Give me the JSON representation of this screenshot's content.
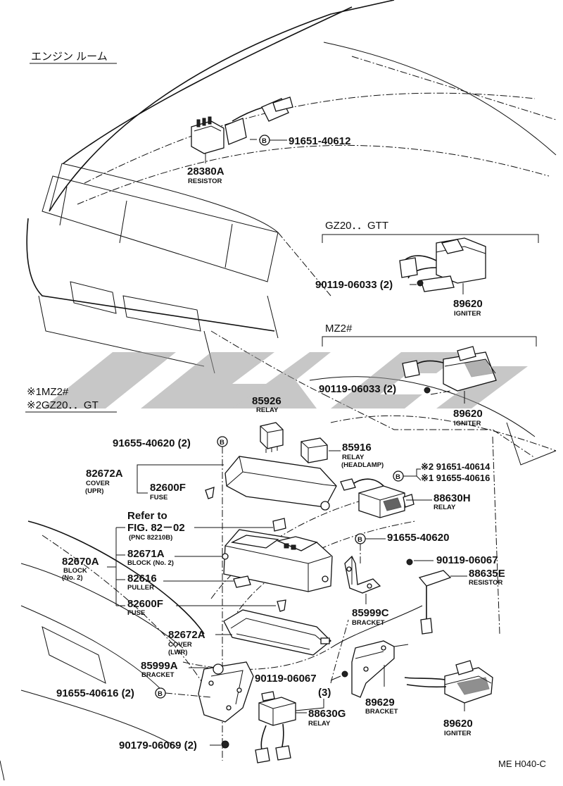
{
  "header": {
    "title": "エンジン ルーム"
  },
  "notes": {
    "n1": "※1MZ2#",
    "n2": "※2GZ20．．GT"
  },
  "groups": {
    "gz20": "GZ20．．GTT",
    "mz2": "MZ2#"
  },
  "footer": {
    "code": "ME H040-C"
  },
  "watermark": {
    "text": "ISLO",
    "color": "#9a9a9a"
  },
  "parts": [
    {
      "id": "28380A",
      "name": "RESISTOR"
    },
    {
      "id": "91651-40612",
      "name": ""
    },
    {
      "id": "90119-06033 (2)",
      "name": ""
    },
    {
      "id": "89620",
      "name": "IGNITER"
    },
    {
      "id": "90119-06033 (2)",
      "name": ""
    },
    {
      "id": "89620",
      "name": "IGNITER"
    },
    {
      "id": "85926",
      "name": "RELAY"
    },
    {
      "id": "91655-40620 (2)",
      "name": ""
    },
    {
      "id": "85916",
      "name": "RELAY",
      "sub": "(HEADLAMP)"
    },
    {
      "id": "82672A",
      "name": "COVER",
      "sub": "(UPR)"
    },
    {
      "id": "82600F",
      "name": "FUSE"
    },
    {
      "id": "※2 91651-40614",
      "name": ""
    },
    {
      "id": "※1 91655-40616",
      "name": ""
    },
    {
      "id": "88630H",
      "name": "RELAY"
    },
    {
      "id": "Refer to",
      "name": ""
    },
    {
      "id": "FIG. 82－02",
      "name": "(PNC 82210B)"
    },
    {
      "id": "82670A",
      "name": "BLOCK",
      "sub": "(No. 2)"
    },
    {
      "id": "82671A",
      "name": "BLOCK (No. 2)"
    },
    {
      "id": "91655-40620",
      "name": ""
    },
    {
      "id": "90119-06067",
      "name": ""
    },
    {
      "id": "88635E",
      "name": "RESISTOR"
    },
    {
      "id": "82616",
      "name": "PULLER"
    },
    {
      "id": "82600F",
      "name": "FUSE"
    },
    {
      "id": "85999C",
      "name": "BRACKET"
    },
    {
      "id": "82672A",
      "name": "COVER",
      "sub": "(LWR)"
    },
    {
      "id": "85999A",
      "name": "BRACKET"
    },
    {
      "id": "90119-06067",
      "name": ""
    },
    {
      "id": "(3)",
      "name": ""
    },
    {
      "id": "91655-40616 (2)",
      "name": ""
    },
    {
      "id": "89629",
      "name": "BRACKET"
    },
    {
      "id": "89620",
      "name": "IGNITER"
    },
    {
      "id": "88630G",
      "name": "RELAY"
    },
    {
      "id": "90179-06069 (2)",
      "name": ""
    }
  ]
}
